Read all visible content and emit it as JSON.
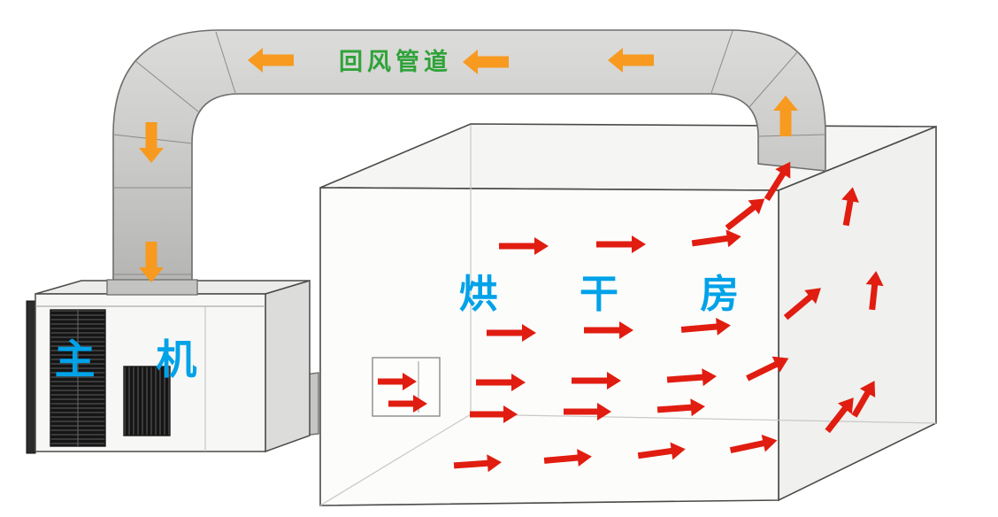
{
  "labels": {
    "return_duct": "回风管道",
    "main_unit": "主 机",
    "drying_room": "烘 干 房"
  },
  "colors": {
    "duct_label": "#2fa339",
    "unit_label": "#00a2e8",
    "room_label": "#00a2e8",
    "orange_arrow": "#f79a1f",
    "red_arrow": "#e01d10",
    "duct_fill_light": "#d9d9d7",
    "duct_fill_dark": "#b7b7b5",
    "outline": "#4a4a48"
  },
  "arrows": {
    "orange": [
      [
        306,
        68,
        180,
        52
      ],
      [
        549,
        70,
        180,
        52
      ],
      [
        713,
        68,
        180,
        52
      ],
      [
        888,
        131,
        -90,
        46
      ],
      [
        171,
        161,
        90,
        46
      ],
      [
        171,
        296,
        90,
        46
      ]
    ],
    "red": [
      [
        592,
        278,
        0,
        56
      ],
      [
        702,
        276,
        0,
        56
      ],
      [
        810,
        271,
        -8,
        56
      ],
      [
        843,
        241,
        -38,
        54
      ],
      [
        880,
        204,
        -58,
        50
      ],
      [
        960,
        233,
        -80,
        44
      ],
      [
        988,
        328,
        -84,
        44
      ],
      [
        578,
        376,
        0,
        56
      ],
      [
        688,
        373,
        0,
        56
      ],
      [
        798,
        370,
        -5,
        56
      ],
      [
        908,
        342,
        -40,
        52
      ],
      [
        566,
        432,
        0,
        56
      ],
      [
        674,
        430,
        0,
        56
      ],
      [
        782,
        427,
        -4,
        56
      ],
      [
        868,
        416,
        -26,
        52
      ],
      [
        558,
        468,
        0,
        54
      ],
      [
        664,
        465,
        0,
        54
      ],
      [
        770,
        461,
        -4,
        54
      ],
      [
        540,
        524,
        -4,
        54
      ],
      [
        642,
        518,
        -5,
        54
      ],
      [
        748,
        511,
        -8,
        54
      ],
      [
        852,
        503,
        -12,
        54
      ],
      [
        950,
        468,
        -52,
        48
      ],
      [
        977,
        450,
        -60,
        46
      ],
      [
        449,
        431,
        0,
        44
      ],
      [
        461,
        456,
        0,
        44
      ]
    ]
  }
}
